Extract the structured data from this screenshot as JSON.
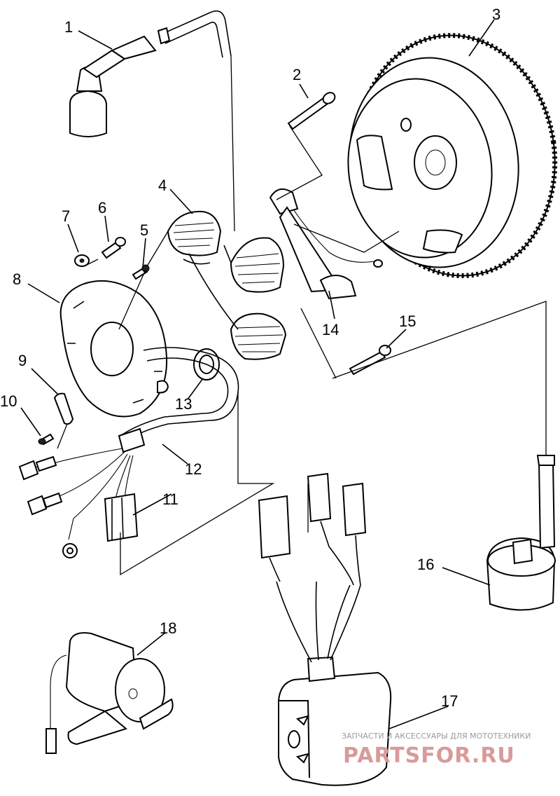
{
  "labels": {
    "l1": "1",
    "l2": "2",
    "l3": "3",
    "l4": "4",
    "l5": "5",
    "l6": "6",
    "l7": "7",
    "l8": "8",
    "l9": "9",
    "l10": "10",
    "l11": "11",
    "l12": "12",
    "l13": "13",
    "l14": "14",
    "l15": "15",
    "l16": "16",
    "l17": "17",
    "l18": "18"
  },
  "watermark": {
    "tagline": "ЗАПЧАСТИ И АКСЕССУАРЫ ДЛЯ МОТОТЕХНИКИ",
    "brand": "PARTSFOR.RU"
  }
}
